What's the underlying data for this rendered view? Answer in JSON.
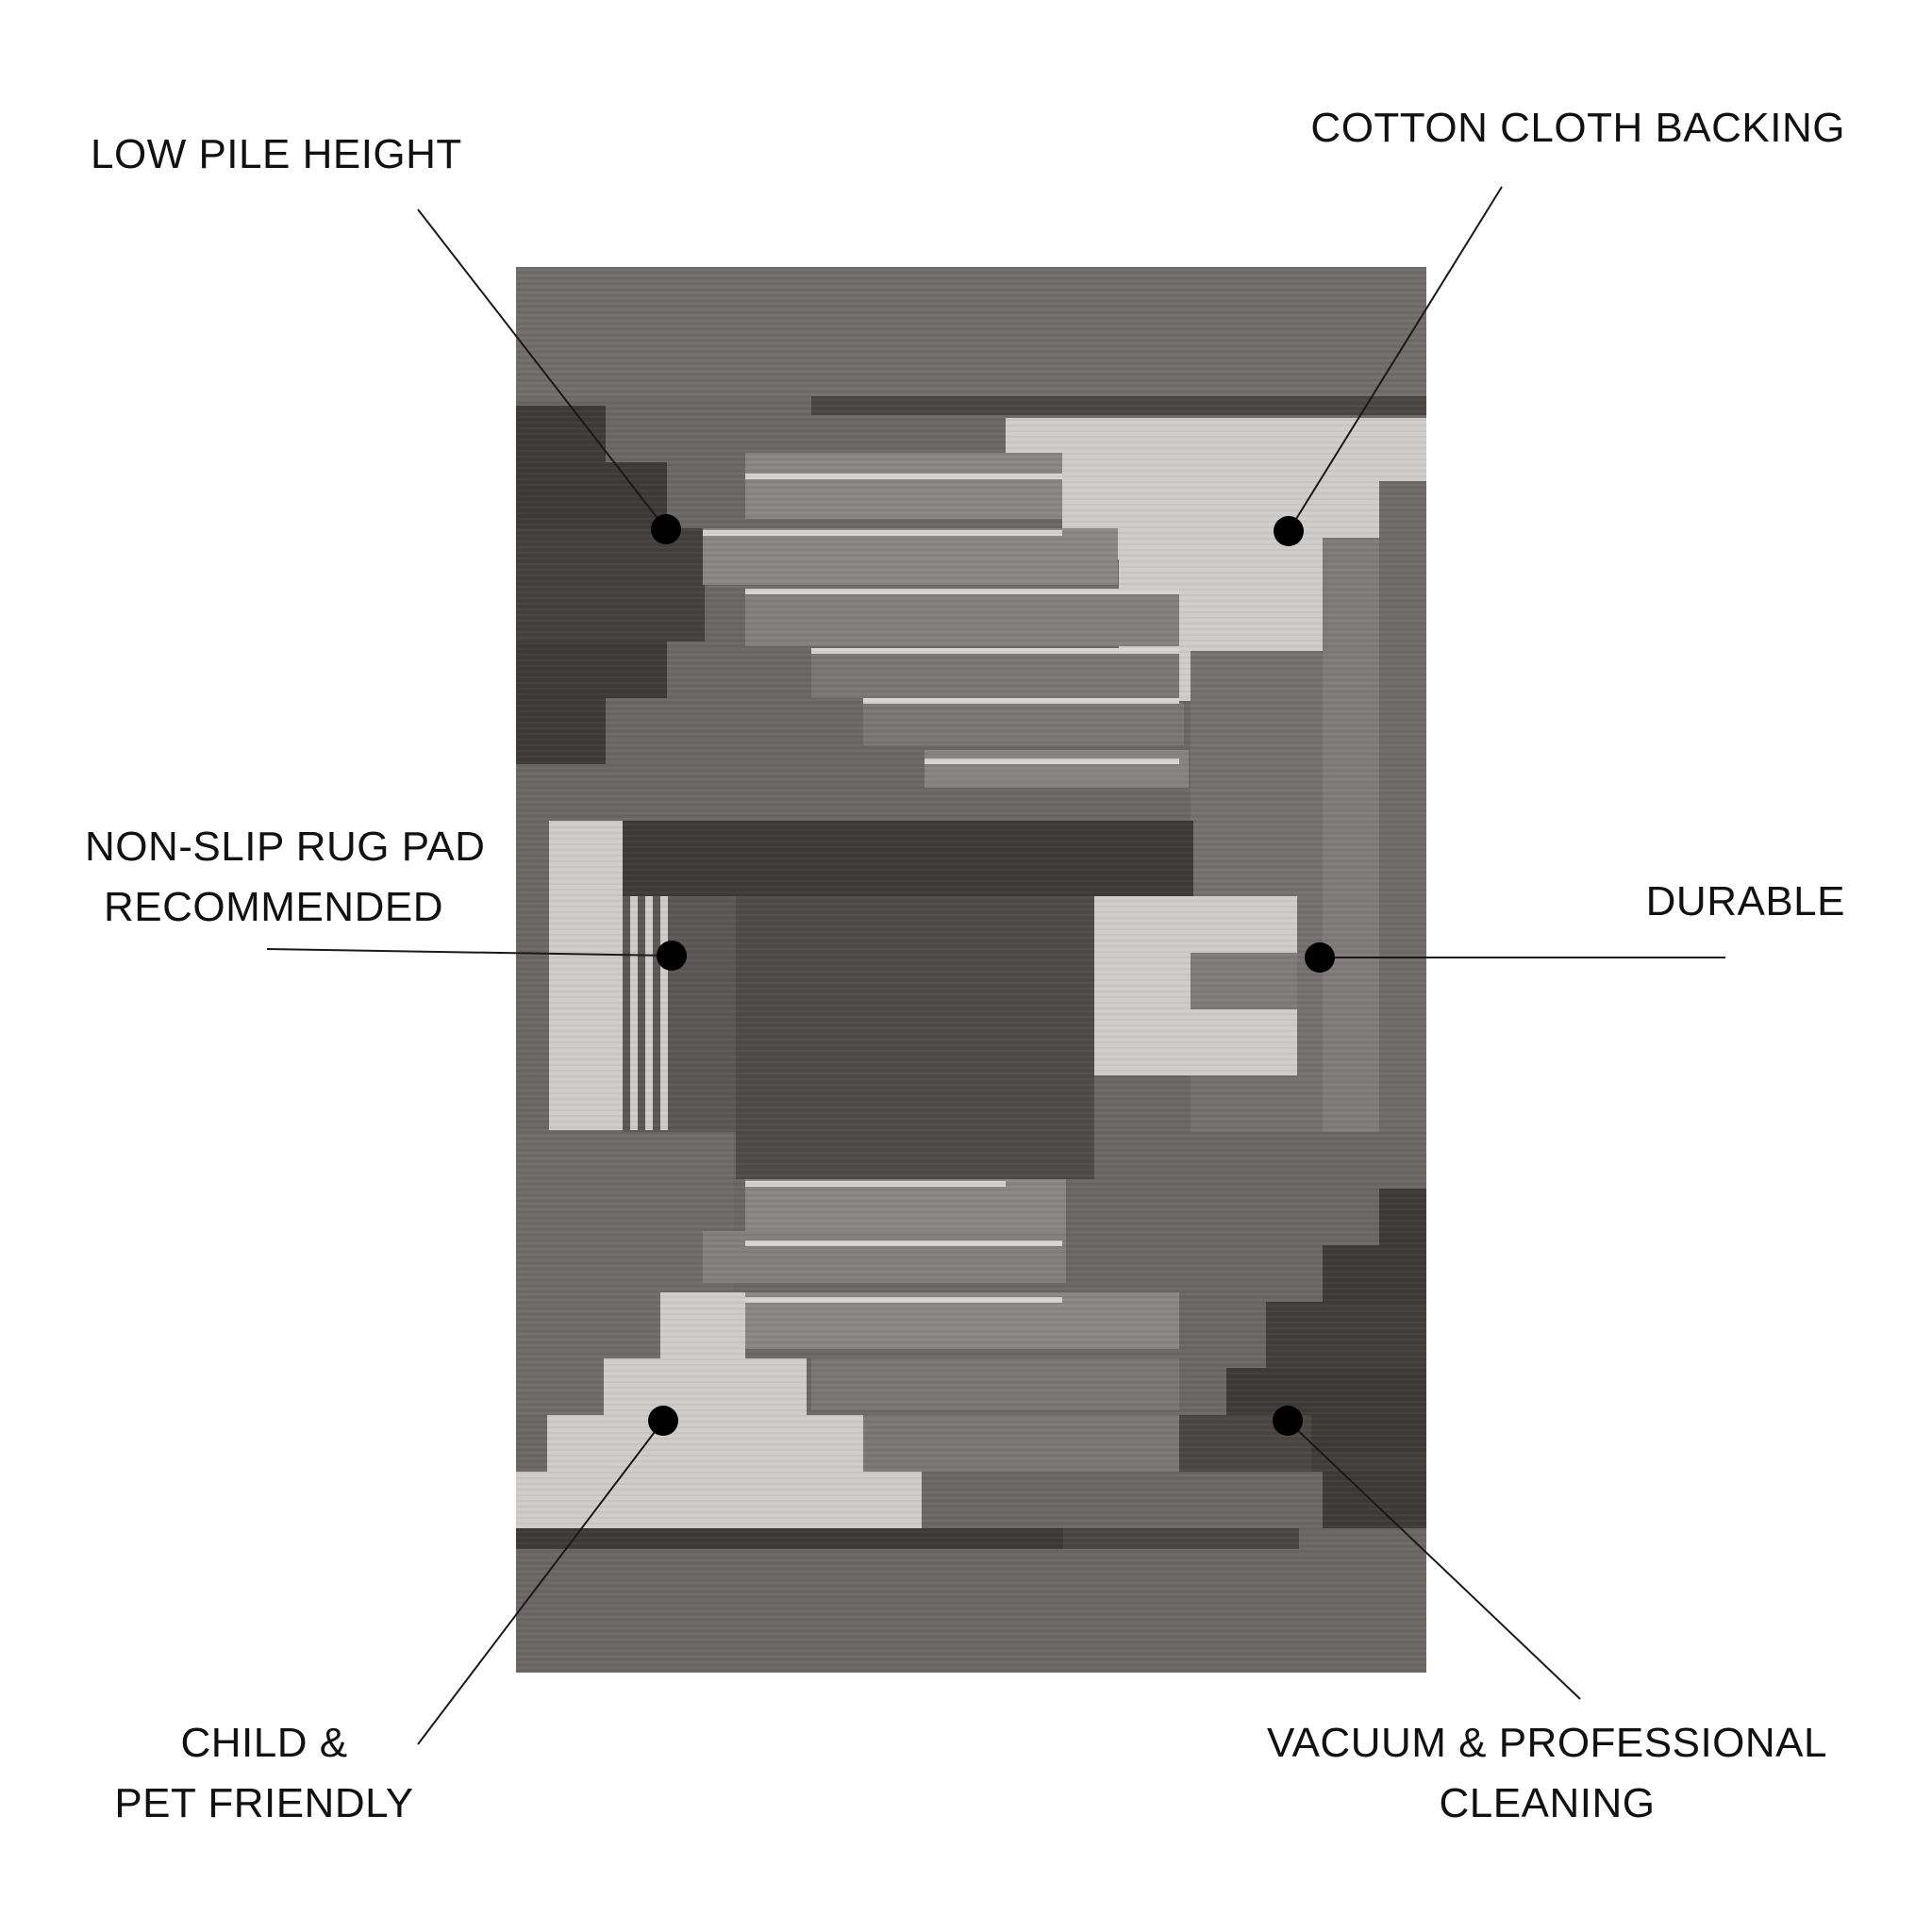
{
  "colors": {
    "background": "#ffffff",
    "text": "#111111",
    "leader_line": "#1a1a1a",
    "marker": "#000000",
    "rug_dark": "#3e3a39",
    "rug_mid": "#6b6766",
    "rug_light": "#8a8685",
    "rug_pale": "#cfcdcb"
  },
  "features": [
    {
      "id": "low-pile-height",
      "lines": [
        "LOW PILE HEIGHT"
      ]
    },
    {
      "id": "cotton-cloth-backing",
      "lines": [
        "COTTON CLOTH BACKING"
      ]
    },
    {
      "id": "non-slip-rug-pad",
      "lines": [
        "NON-SLIP RUG PAD",
        "RECOMMENDED"
      ]
    },
    {
      "id": "durable",
      "lines": [
        "DURABLE"
      ]
    },
    {
      "id": "child-pet-friendly",
      "lines": [
        "CHILD &",
        "PET FRIENDLY"
      ]
    },
    {
      "id": "vacuum-cleaning",
      "lines": [
        "VACUUM & PROFESSIONAL",
        "CLEANING"
      ]
    }
  ]
}
